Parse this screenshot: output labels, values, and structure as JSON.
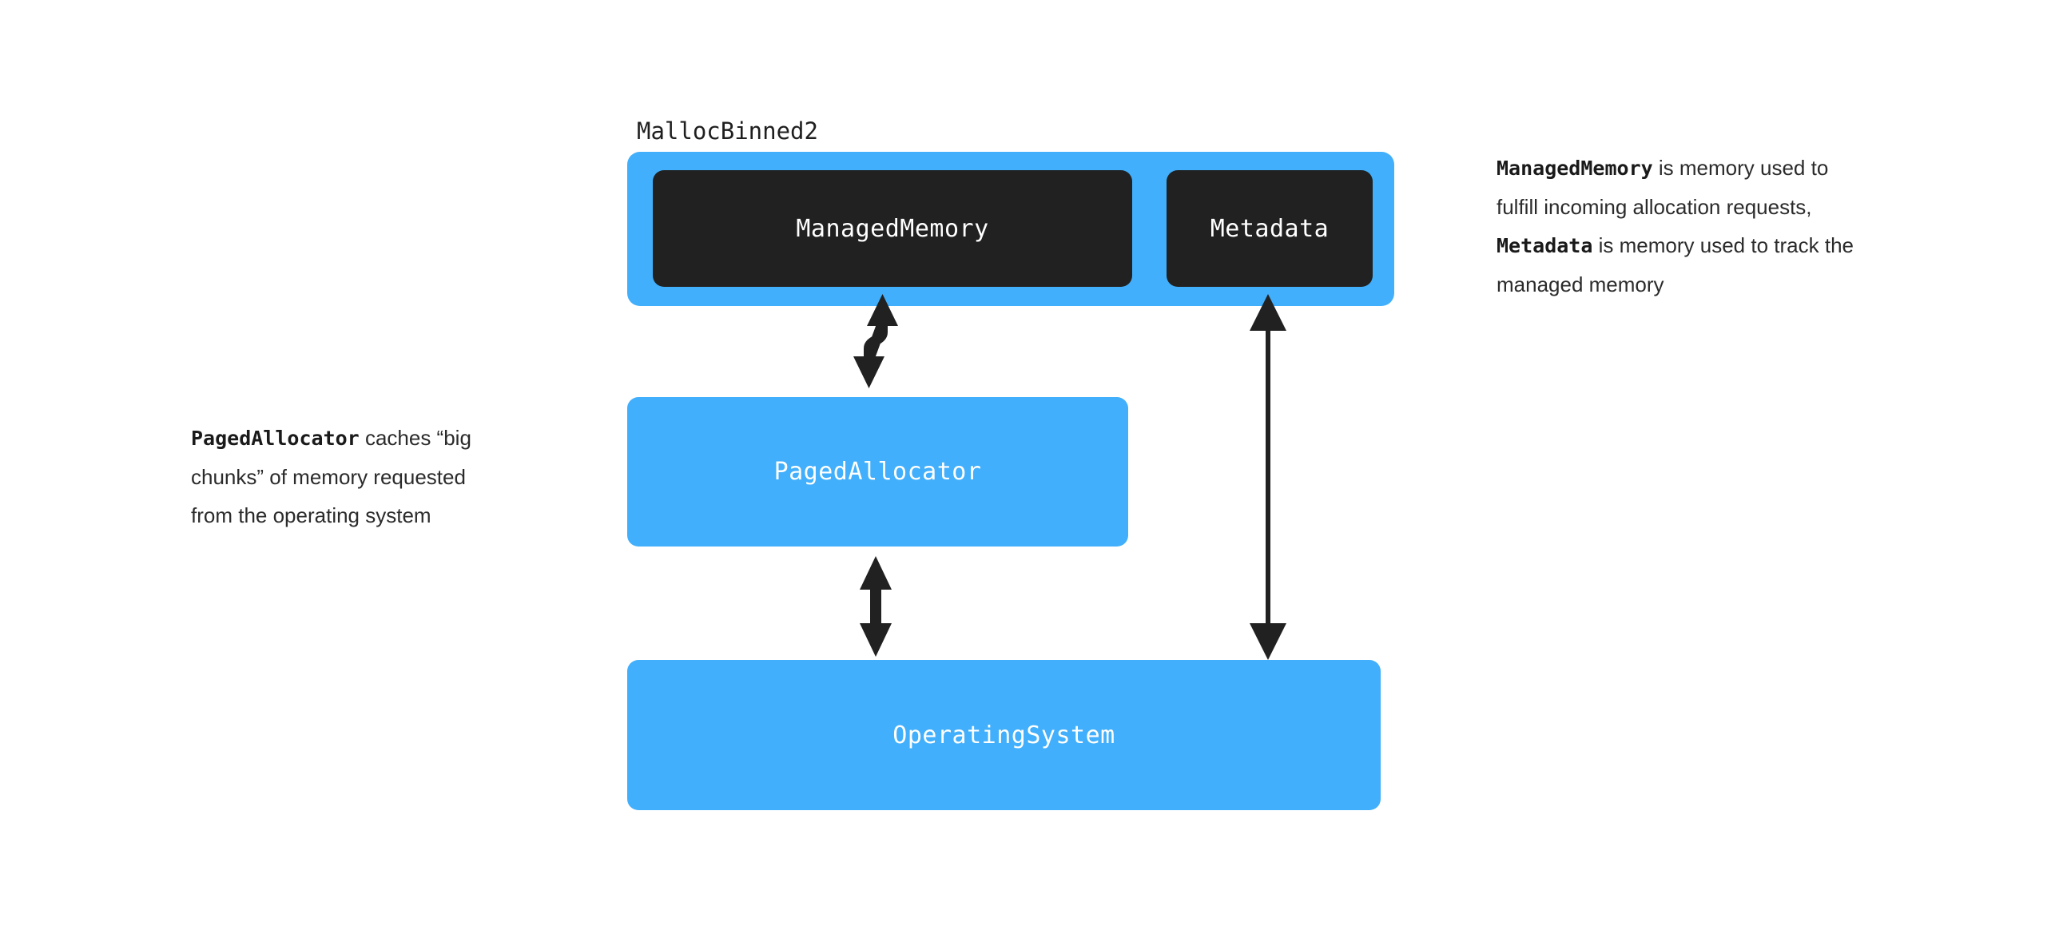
{
  "diagram": {
    "title": "MallocBinned2 memory architecture",
    "group": {
      "label": "MallocBinned2",
      "color": "#41AFFB"
    },
    "boxes": [
      {
        "id": "managed-memory",
        "label": "ManagedMemory",
        "fill": "#212121",
        "text_color": "#ffffff",
        "parent": "MallocBinned2"
      },
      {
        "id": "metadata",
        "label": "Metadata",
        "fill": "#212121",
        "text_color": "#ffffff",
        "parent": "MallocBinned2"
      },
      {
        "id": "paged-allocator",
        "label": "PagedAllocator",
        "fill": "#41AFFB",
        "text_color": "#ffffff",
        "parent": null
      },
      {
        "id": "operating-system",
        "label": "OperatingSystem",
        "fill": "#41AFFB",
        "text_color": "#ffffff",
        "parent": null
      }
    ],
    "connectors": [
      {
        "id": "managedmemory-pagedallocator",
        "from": "ManagedMemory",
        "to": "PagedAllocator",
        "style": "s-curve",
        "heads": "both",
        "color": "#212121"
      },
      {
        "id": "pagedallocator-operatingsystem",
        "from": "PagedAllocator",
        "to": "OperatingSystem",
        "style": "straight-thick",
        "heads": "both",
        "color": "#212121"
      },
      {
        "id": "metadata-operatingsystem",
        "from": "Metadata",
        "to": "OperatingSystem",
        "style": "straight-thin",
        "heads": "both",
        "color": "#212121"
      }
    ],
    "annotations": {
      "left": {
        "code_term": "PagedAllocator",
        "text_after": " caches “big chunks” of memory requested from the operating system"
      },
      "right": {
        "code_term_1": "ManagedMemory",
        "text_1": " is memory used to fulfill incoming allocation requests, ",
        "code_term_2": "Metadata",
        "text_2": " is memory used to track the managed memory"
      }
    }
  }
}
